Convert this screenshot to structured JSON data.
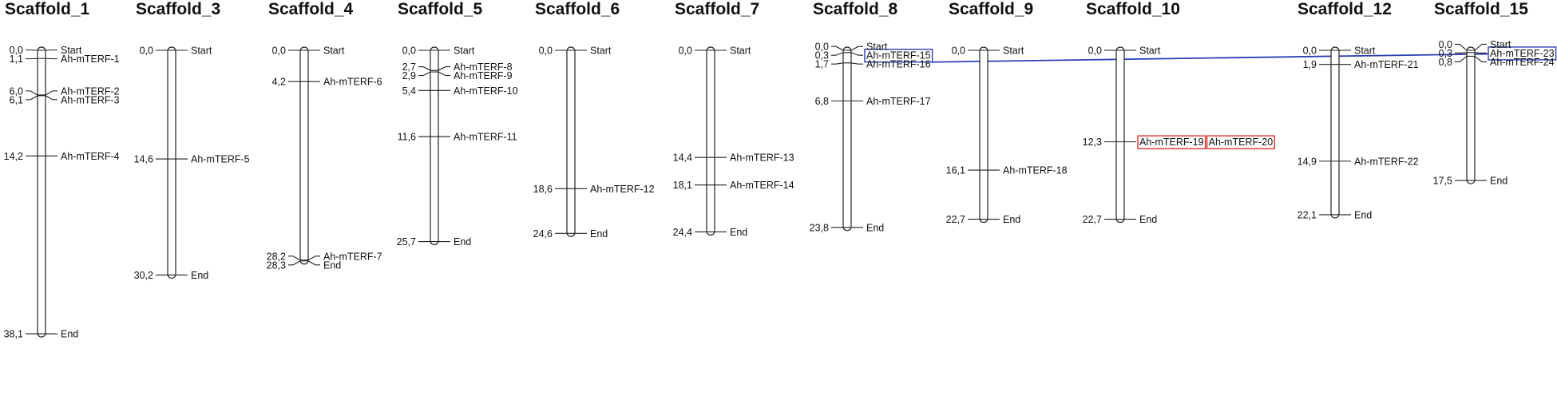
{
  "colors": {
    "line": "#222222",
    "text": "#111111",
    "segmental_duplication": "#2b3fb5",
    "tandem_duplication": "#e0322a"
  },
  "scaffolds": [
    {
      "name": "Scaffold_1",
      "length": 38.1,
      "markers": [
        {
          "pos": 0.0,
          "pos_label": "0,0",
          "label": "Start"
        },
        {
          "pos": 1.1,
          "pos_label": "1,1",
          "label": "Ah-mTERF-1"
        },
        {
          "pos": 6.0,
          "pos_label": "6,0",
          "label": "Ah-mTERF-2"
        },
        {
          "pos": 6.1,
          "pos_label": "6,1",
          "label": "Ah-mTERF-3"
        },
        {
          "pos": 14.2,
          "pos_label": "14,2",
          "label": "Ah-mTERF-4"
        },
        {
          "pos": 38.1,
          "pos_label": "38,1",
          "label": "End"
        }
      ]
    },
    {
      "name": "Scaffold_3",
      "length": 30.2,
      "markers": [
        {
          "pos": 0.0,
          "pos_label": "0,0",
          "label": "Start"
        },
        {
          "pos": 14.6,
          "pos_label": "14,6",
          "label": "Ah-mTERF-5"
        },
        {
          "pos": 30.2,
          "pos_label": "30,2",
          "label": "End"
        }
      ]
    },
    {
      "name": "Scaffold_4",
      "length": 28.3,
      "markers": [
        {
          "pos": 0.0,
          "pos_label": "0,0",
          "label": "Start"
        },
        {
          "pos": 4.2,
          "pos_label": "4,2",
          "label": "Ah-mTERF-6"
        },
        {
          "pos": 28.2,
          "pos_label": "28,2",
          "label": "Ah-mTERF-7"
        },
        {
          "pos": 28.3,
          "pos_label": "28,3",
          "label": "End"
        }
      ]
    },
    {
      "name": "Scaffold_5",
      "length": 25.7,
      "markers": [
        {
          "pos": 0.0,
          "pos_label": "0,0",
          "label": "Start"
        },
        {
          "pos": 2.7,
          "pos_label": "2,7",
          "label": "Ah-mTERF-8"
        },
        {
          "pos": 2.9,
          "pos_label": "2,9",
          "label": "Ah-mTERF-9"
        },
        {
          "pos": 5.4,
          "pos_label": "5,4",
          "label": "Ah-mTERF-10"
        },
        {
          "pos": 11.6,
          "pos_label": "11,6",
          "label": "Ah-mTERF-11"
        },
        {
          "pos": 25.7,
          "pos_label": "25,7",
          "label": "End"
        }
      ]
    },
    {
      "name": "Scaffold_6",
      "length": 24.6,
      "markers": [
        {
          "pos": 0.0,
          "pos_label": "0,0",
          "label": "Start"
        },
        {
          "pos": 18.6,
          "pos_label": "18,6",
          "label": "Ah-mTERF-12"
        },
        {
          "pos": 24.6,
          "pos_label": "24,6",
          "label": "End"
        }
      ]
    },
    {
      "name": "Scaffold_7",
      "length": 24.4,
      "markers": [
        {
          "pos": 0.0,
          "pos_label": "0,0",
          "label": "Start"
        },
        {
          "pos": 14.4,
          "pos_label": "14,4",
          "label": "Ah-mTERF-13"
        },
        {
          "pos": 18.1,
          "pos_label": "18,1",
          "label": "Ah-mTERF-14"
        },
        {
          "pos": 24.4,
          "pos_label": "24,4",
          "label": "End"
        }
      ]
    },
    {
      "name": "Scaffold_8",
      "length": 23.8,
      "markers": [
        {
          "pos": 0.0,
          "pos_label": "0,0",
          "label": "Start"
        },
        {
          "pos": 0.3,
          "pos_label": "0,3",
          "label": "Ah-mTERF-15"
        },
        {
          "pos": 1.7,
          "pos_label": "1,7",
          "label": "Ah-mTERF-16"
        },
        {
          "pos": 6.8,
          "pos_label": "6,8",
          "label": "Ah-mTERF-17"
        },
        {
          "pos": 23.8,
          "pos_label": "23,8",
          "label": "End"
        }
      ]
    },
    {
      "name": "Scaffold_9",
      "length": 22.7,
      "markers": [
        {
          "pos": 0.0,
          "pos_label": "0,0",
          "label": "Start"
        },
        {
          "pos": 16.1,
          "pos_label": "16,1",
          "label": "Ah-mTERF-18"
        },
        {
          "pos": 22.7,
          "pos_label": "22,7",
          "label": "End"
        }
      ]
    },
    {
      "name": "Scaffold_10",
      "length": 22.7,
      "markers": [
        {
          "pos": 0.0,
          "pos_label": "0,0",
          "label": "Start"
        },
        {
          "pos": 12.3,
          "pos_label": "12,3",
          "label": "Ah-mTERF-19",
          "label2": "Ah-mTERF-20"
        },
        {
          "pos": 22.7,
          "pos_label": "22,7",
          "label": "End"
        }
      ]
    },
    {
      "name": "Scaffold_12",
      "length": 22.1,
      "markers": [
        {
          "pos": 0.0,
          "pos_label": "0,0",
          "label": "Start"
        },
        {
          "pos": 1.9,
          "pos_label": "1,9",
          "label": "Ah-mTERF-21"
        },
        {
          "pos": 14.9,
          "pos_label": "14,9",
          "label": "Ah-mTERF-22"
        },
        {
          "pos": 22.1,
          "pos_label": "22,1",
          "label": "End"
        }
      ]
    },
    {
      "name": "Scaffold_15",
      "length": 17.5,
      "markers": [
        {
          "pos": 0.0,
          "pos_label": "0,0",
          "label": "Start"
        },
        {
          "pos": 0.3,
          "pos_label": "0,3",
          "label": "Ah-mTERF-23"
        },
        {
          "pos": 0.8,
          "pos_label": "0,8",
          "label": "Ah-mTERF-24"
        },
        {
          "pos": 17.5,
          "pos_label": "17,5",
          "label": "End"
        }
      ]
    }
  ],
  "highlights": {
    "segmental": [
      "Ah-mTERF-15",
      "Ah-mTERF-23"
    ],
    "tandem": [
      "Ah-mTERF-19",
      "Ah-mTERF-20"
    ]
  }
}
